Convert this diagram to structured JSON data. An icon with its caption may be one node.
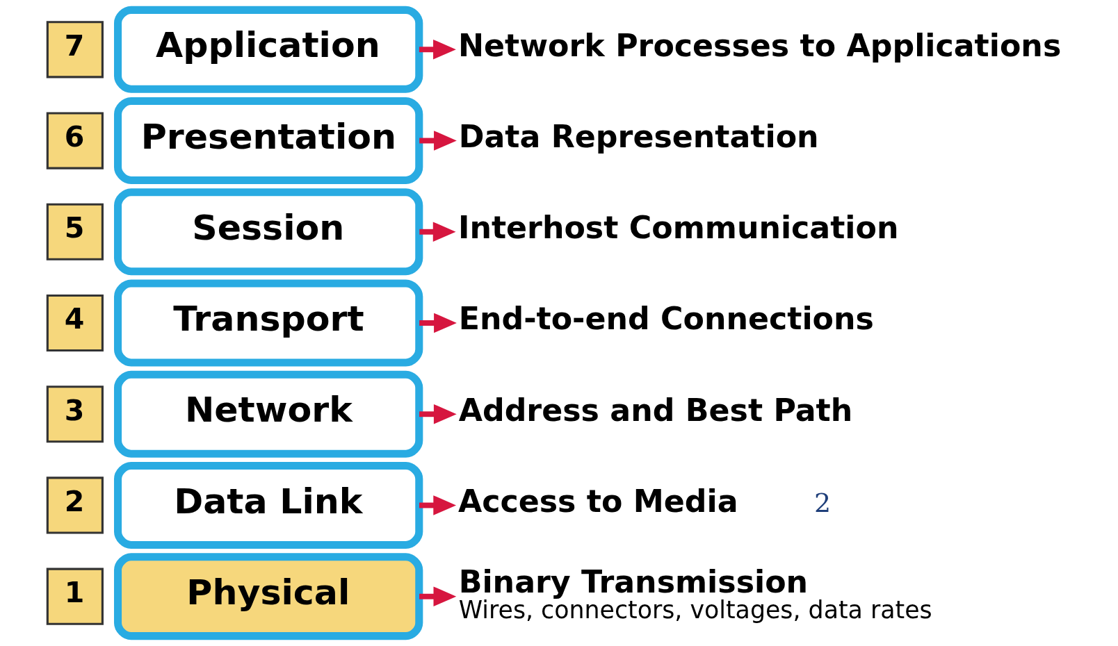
{
  "diagram": {
    "nodes": [
      {
        "text": [
          "7"
        ]
      },
      {
        "text": [
          "Application"
        ]
      },
      {
        "text": [
          "Network Processes to Applications"
        ]
      },
      {
        "text": [
          "6"
        ]
      },
      {
        "text": [
          "Presentation"
        ]
      },
      {
        "text": [
          "Data Representation"
        ]
      },
      {
        "text": [
          "5"
        ]
      },
      {
        "text": [
          "Session"
        ]
      },
      {
        "text": [
          "Interhost Communication"
        ]
      },
      {
        "text": [
          "4"
        ]
      },
      {
        "text": [
          "Transport"
        ]
      },
      {
        "text": [
          "End-to-end Connections"
        ]
      },
      {
        "text": [
          "3"
        ]
      },
      {
        "text": [
          "Network"
        ]
      },
      {
        "text": [
          "Address and Best Path"
        ]
      },
      {
        "text": [
          "2"
        ]
      },
      {
        "text": [
          "Data Link"
        ]
      },
      {
        "text": [
          "Access to Media"
        ]
      },
      {
        "text": [
          "1"
        ]
      },
      {
        "text": [
          "Physical"
        ]
      },
      {
        "text": [
          "Binary Transmission"
        ],
        "beside": [
          "Wires, connectors, voltages, data rates"
        ]
      }
    ],
    "edges": [
      {
        "from": 1,
        "to": 2,
        "arrow": "to"
      },
      {
        "from": 4,
        "to": 5,
        "arrow": "to"
      },
      {
        "from": 7,
        "to": 8,
        "arrow": "to"
      },
      {
        "from": 10,
        "to": 11,
        "arrow": "to"
      },
      {
        "from": 13,
        "to": 14,
        "arrow": "to"
      },
      {
        "from": 16,
        "to": 17,
        "arrow": "to"
      },
      {
        "from": 19,
        "to": 20,
        "arrow": "to"
      }
    ],
    "labels": [
      "2"
    ]
  }
}
